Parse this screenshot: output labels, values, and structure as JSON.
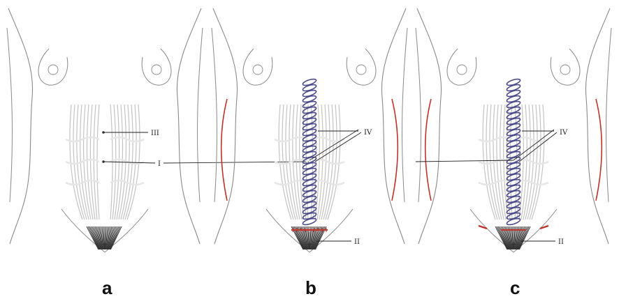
{
  "panels": [
    {
      "id": "a",
      "letter": "a"
    },
    {
      "id": "b",
      "letter": "b"
    },
    {
      "id": "c",
      "letter": "c"
    }
  ],
  "labels": {
    "panel_a": {
      "upper": "III",
      "lower": "I"
    },
    "panel_b": {
      "plication": "IV",
      "pubic": "II"
    },
    "panel_c": {
      "plication": "IV",
      "pubic": "II"
    }
  },
  "colors": {
    "outline": "#8a8a8a",
    "muscle": "#bdbdbd",
    "suture": "#4a4a8a",
    "incision": "#c0342c",
    "leader": "#222222"
  }
}
